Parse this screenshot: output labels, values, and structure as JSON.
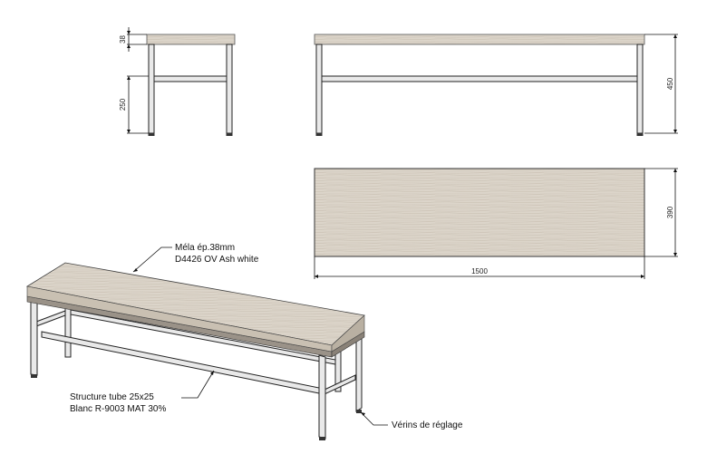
{
  "dimensions": {
    "top_thickness": "38",
    "stretcher_height": "250",
    "total_height": "450",
    "depth": "390",
    "length": "1500"
  },
  "annotations": {
    "top_material_line1": "Méla ép.38mm",
    "top_material_line2": "D4426 OV Ash white",
    "frame_line1": "Structure tube 25x25",
    "frame_line2": "Blanc R-9003 MAT 30%",
    "feet": "Vérins de réglage"
  },
  "colors": {
    "wood": "#d9d2c7",
    "wood_dark": "#bdb4a6",
    "frame": "#ececec",
    "line": "#111111"
  }
}
